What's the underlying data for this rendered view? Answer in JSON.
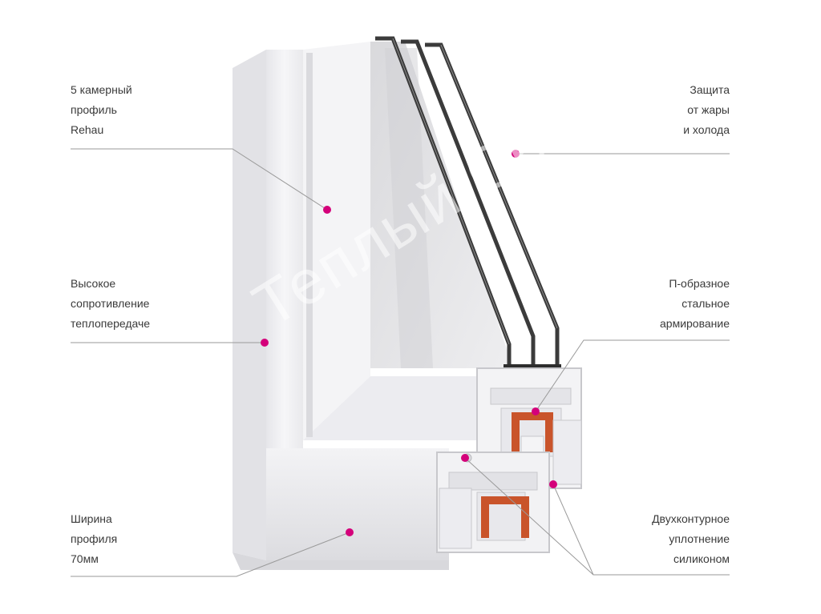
{
  "colors": {
    "accent_dot": "#d4007a",
    "leader_line": "#9a9a9a",
    "label_text": "#3a3a3a",
    "frame_white": "#f1f1f3",
    "glass_edge": "#3b3b3b",
    "steel_reinforcement": "#c9542b"
  },
  "labels": {
    "profile": [
      "5 камерный",
      "профиль",
      "Rehau"
    ],
    "resistance": [
      "Высокое",
      "сопротивление",
      "теплопередаче"
    ],
    "width": [
      "Ширина",
      "профиля",
      "70мм"
    ],
    "protection": [
      "Защита",
      "от жары",
      "и холода"
    ],
    "reinforcement": [
      "П-образное",
      "стальное",
      "армирование"
    ],
    "seal": [
      "Двухконтурное",
      "уплотнение",
      "силиконом"
    ]
  },
  "watermark": "Теплый Се"
}
